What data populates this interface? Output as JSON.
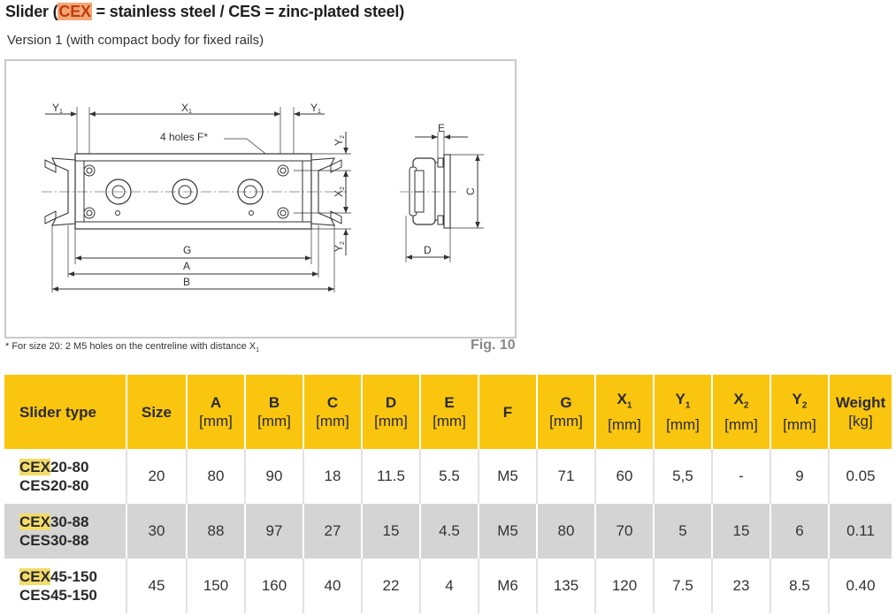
{
  "heading": {
    "prefix": "Slider (",
    "highlight": "CEX",
    "suffix": " = stainless steel / CES = zinc-plated steel)"
  },
  "subheading": "Version 1 (with compact body for fixed rails)",
  "figure": {
    "labels": {
      "y1_left": "Y",
      "y1_right": "Y",
      "x1": "X",
      "holes": "4 holes F*",
      "y2_top": "Y",
      "x2": "X",
      "y2_bottom": "Y",
      "g": "G",
      "a": "A",
      "b": "B",
      "e": "E",
      "c": "C",
      "d": "D",
      "sub1": "1",
      "sub2": "2"
    },
    "footnote_text": "* For size 20: 2 M5 holes on the centreline with distance X",
    "footnote_sub": "1",
    "fig_label": "Fig. 10"
  },
  "table": {
    "headers": [
      {
        "label": "Slider type",
        "sub": "",
        "unit": ""
      },
      {
        "label": "Size",
        "sub": "",
        "unit": ""
      },
      {
        "label": "A",
        "sub": "",
        "unit": "[mm]"
      },
      {
        "label": "B",
        "sub": "",
        "unit": "[mm]"
      },
      {
        "label": "C",
        "sub": "",
        "unit": "[mm]"
      },
      {
        "label": "D",
        "sub": "",
        "unit": "[mm]"
      },
      {
        "label": "E",
        "sub": "",
        "unit": "[mm]"
      },
      {
        "label": "F",
        "sub": "",
        "unit": ""
      },
      {
        "label": "G",
        "sub": "",
        "unit": "[mm]"
      },
      {
        "label": "X",
        "sub": "1",
        "unit": "[mm]"
      },
      {
        "label": "Y",
        "sub": "1",
        "unit": "[mm]"
      },
      {
        "label": "X",
        "sub": "2",
        "unit": "[mm]"
      },
      {
        "label": "Y",
        "sub": "2",
        "unit": "[mm]"
      },
      {
        "label": "Weight",
        "sub": "",
        "unit": "[kg]"
      }
    ],
    "rows": [
      {
        "type_prefix": "CEX",
        "type_suffix": "20-80",
        "type_line2": "CES20-80",
        "cells": [
          "20",
          "80",
          "90",
          "18",
          "11.5",
          "5.5",
          "M5",
          "71",
          "60",
          "5,5",
          "-",
          "9",
          "0.05"
        ]
      },
      {
        "type_prefix": "CEX",
        "type_suffix": "30-88",
        "type_line2": "CES30-88",
        "cells": [
          "30",
          "88",
          "97",
          "27",
          "15",
          "4.5",
          "M5",
          "80",
          "70",
          "5",
          "15",
          "6",
          "0.11"
        ]
      },
      {
        "type_prefix": "CEX",
        "type_suffix": "45-150",
        "type_line2": "CES45-150",
        "cells": [
          "45",
          "150",
          "160",
          "40",
          "22",
          "4",
          "M6",
          "135",
          "120",
          "7.5",
          "23",
          "8.5",
          "0.40"
        ]
      }
    ]
  },
  "colors": {
    "header_bg": "#f9c50f",
    "stainless_highlight": "#f3a775",
    "row_alt": "#d4d4d4"
  }
}
